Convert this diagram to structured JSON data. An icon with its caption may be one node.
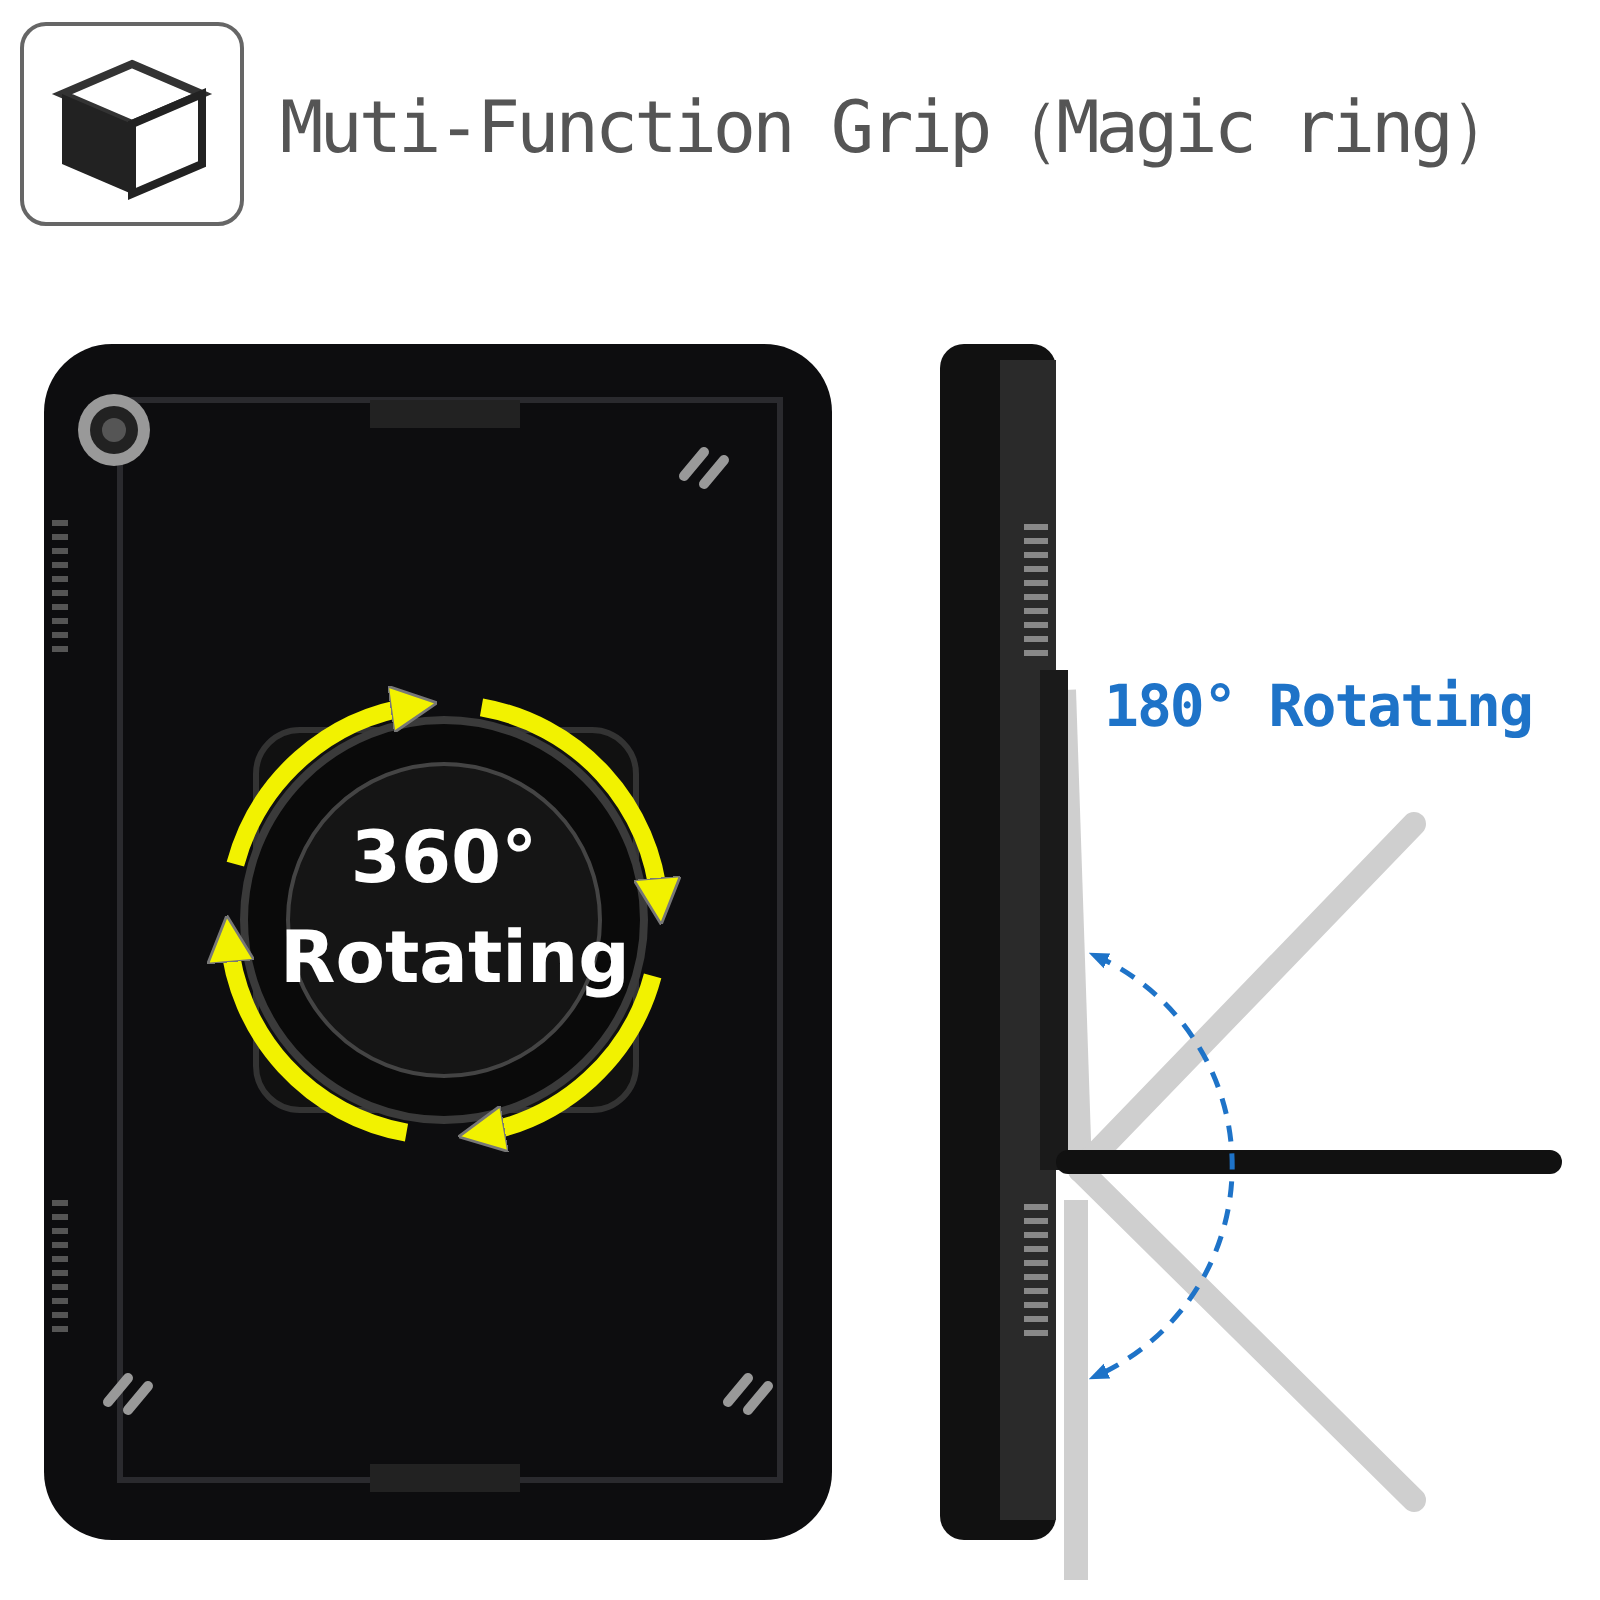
{
  "diagram": {
    "title": "Muti-Function Grip（Magic ring）",
    "labels": [
      "360° Rotating",
      "180° Rotating"
    ]
  }
}
